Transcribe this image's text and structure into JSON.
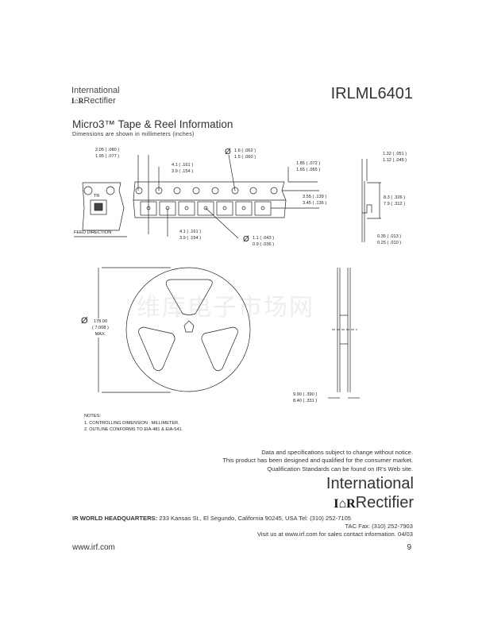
{
  "header": {
    "logo_line1": "International",
    "logo_mark": "I⌂R",
    "logo_line2": "Rectifier",
    "part_number": "IRLML6401"
  },
  "section": {
    "title": "Micro3™ Tape & Reel Information",
    "subtitle": "Dimensions are shown in millimeters (inches)"
  },
  "tape_dims": {
    "sprocket_pitch_a": "2.05 ( .080 )",
    "sprocket_pitch_b": "1.95 ( .077 )",
    "pitch_top_a": "4.1 ( .161 )",
    "pitch_top_b": "3.9 ( .154 )",
    "hole_dia_symbol": "Ø",
    "hole_dia_a": "1.6 ( .062 )",
    "hole_dia_b": "1.5 ( .060 )",
    "edge_a": "1.85 ( .072 )",
    "edge_b": "1.65 ( .065 )",
    "hole_to_pocket_a": "3.55 ( .139 )",
    "hole_to_pocket_b": "3.45 ( .136 )",
    "pitch_bottom_a": "4.1 ( .161 )",
    "pitch_bottom_b": "3.9 ( .154 )",
    "pocket_hole_symbol": "Ø",
    "pocket_hole_a": "1.1 ( .043 )",
    "pocket_hole_b": "0.9 ( .036 )",
    "feed_direction": "FEED DIRECTION",
    "tr_label": "TR",
    "side_thick_a": "1.32 ( .051 )",
    "side_thick_b": "1.12 ( .045 )",
    "width_a": "8.3 ( .326 )",
    "width_b": "7.9 ( .312 )",
    "tape_thick_a": "0.35 ( .013 )",
    "tape_thick_b": "0.25 ( .010 )"
  },
  "reel_dims": {
    "dia_symbol": "Ø",
    "dia_mm": "178.00",
    "dia_in": "( 7.008 )",
    "dia_max": "MAX.",
    "hub_a": "9.90 ( .390 )",
    "hub_b": "8.40 ( .331 )"
  },
  "watermark": "维库电子市场网",
  "notes": {
    "heading": "NOTES:",
    "items": [
      "1.  CONTROLLING DIMENSION : MILLIMETER.",
      "2.  OUTLINE CONFORMS TO EIA-481 & EIA-541."
    ]
  },
  "footer": {
    "disclaimer": [
      "Data and specifications subject to change without notice.",
      "This product has been designed and qualified for the consumer market.",
      "Qualification Standards can be found on IR's Web site."
    ],
    "logo_line1": "International",
    "logo_mark": "I⌂R",
    "logo_line2": "Rectifier",
    "hq_label": "IR WORLD HEADQUARTERS:",
    "hq_address": " 233 Kansas St., El Segundo, California 90245, USA Tel: (310) 252-7105",
    "fax": "TAC Fax: (310) 252-7903",
    "visit": "Visit us at www.irf.com for sales contact information. 04/03",
    "website": "www.irf.com",
    "page_number": "9"
  }
}
